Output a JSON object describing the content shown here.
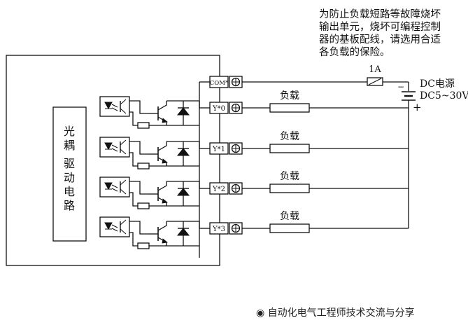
{
  "note_lines": [
    "为防止负载短路等故障烧坏",
    "输出单元，烧坏可编程控制",
    "器的基板配线，请选用合适",
    "各负载的保险。"
  ],
  "fuse_label": "1A",
  "supply_label": "DC电源",
  "supply_range": "DC5~30V",
  "plus_sign": "+",
  "minus_sign": "−",
  "driver_block_label": [
    "光",
    "耦",
    "驱",
    "动",
    "电",
    "路"
  ],
  "terminals": [
    {
      "name": "COM*",
      "has_load": false
    },
    {
      "name": "Y*0",
      "has_load": true
    },
    {
      "name": "Y*1",
      "has_load": true
    },
    {
      "name": "Y*2",
      "has_load": true
    },
    {
      "name": "Y*3",
      "has_load": true
    }
  ],
  "load_label": "负载",
  "brand_text": "自动化电气工程师技术交流与分享",
  "colors": {
    "line": "#111111",
    "background": "#ffffff"
  }
}
